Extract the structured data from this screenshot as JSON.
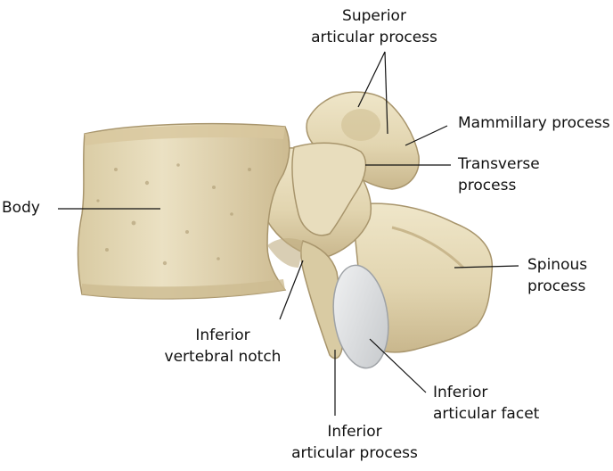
{
  "labels": {
    "superior_articular_process": [
      "Superior",
      "articular process"
    ],
    "mammillary_process": [
      "Mammillary process"
    ],
    "transverse_process": [
      "Transverse",
      "process"
    ],
    "body": [
      "Body"
    ],
    "spinous_process": [
      "Spinous",
      "process"
    ],
    "inferior_vertebral_notch": [
      "Inferior",
      "vertebral notch"
    ],
    "inferior_articular_facet": [
      "Inferior",
      "articular facet"
    ],
    "inferior_articular_process": [
      "Inferior",
      "articular process"
    ]
  },
  "colors": {
    "bone": "#e6dbbb",
    "bone_shade": "#c9b78d",
    "bone_dark": "#a8956c",
    "facet": "#d8dadc",
    "leader": "#111111"
  }
}
